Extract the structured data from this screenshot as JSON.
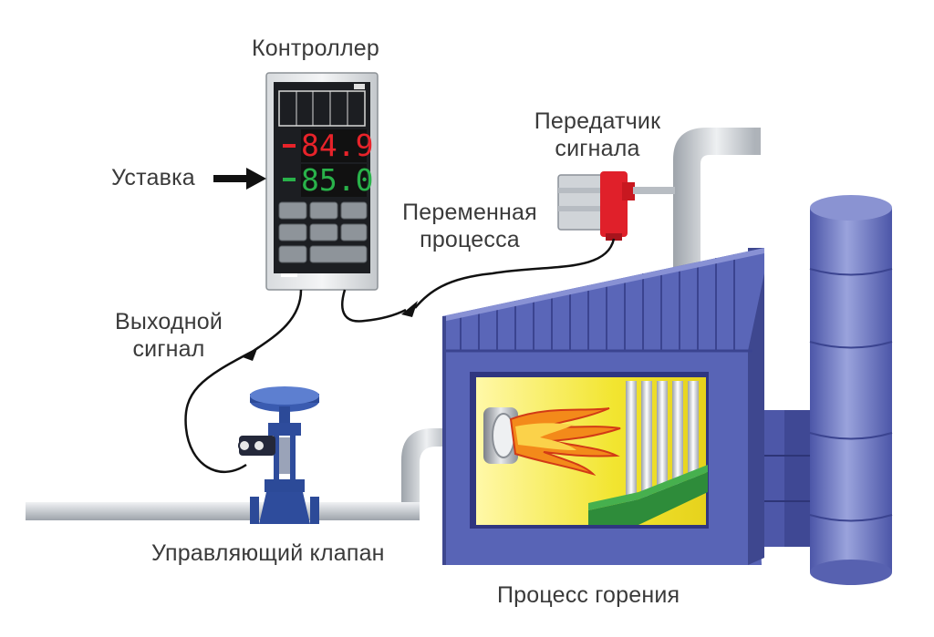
{
  "labels": {
    "controller": "Контроллер",
    "setpoint": "Уставка",
    "transmitter_line1": "Передатчик",
    "transmitter_line2": "сигнала",
    "process_variable_line1": "Переменная",
    "process_variable_line2": "процесса",
    "output_line1": "Выходной",
    "output_line2": "сигнал",
    "control_valve": "Управляющий клапан",
    "combustion": "Процесс горения"
  },
  "controller": {
    "pv_value": "84.9",
    "sv_value": "85.0"
  },
  "colors": {
    "furnace_body": "#5964b8",
    "furnace_dark": "#3e478f",
    "chimney": "#7b86cc",
    "pipe": "#d0d4d8",
    "flame_bg": "#f3e93a",
    "tray": "#2e8c3a",
    "valve": "#2e4c9c",
    "transmitter": "#e0202a",
    "pv_led": "#e8232a",
    "sv_led": "#29b24a"
  }
}
